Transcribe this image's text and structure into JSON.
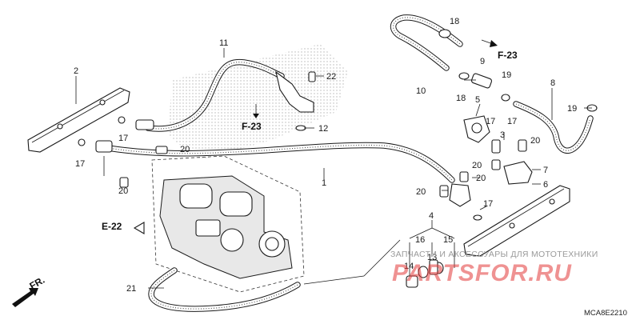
{
  "callouts": {
    "c1": "1",
    "c2": "2",
    "c3": "3",
    "c4": "4",
    "c5": "5",
    "c6": "6",
    "c7": "7",
    "c8": "8",
    "c9": "9",
    "c10": "10",
    "c11": "11",
    "c12": "12",
    "c13": "13",
    "c14": "14",
    "c15": "15",
    "c16": "16",
    "c17": "17",
    "c18": "18",
    "c19": "19",
    "c20": "20",
    "c21": "21",
    "c22": "22"
  },
  "refs": {
    "f23": "F-23",
    "e22": "E-22",
    "fr": "FR."
  },
  "watermark": {
    "top": "ЗАПЧАСТИ И АКСЕССУАРЫ ДЛЯ МОТОТЕХНИКИ",
    "main": "PARTSFOR.RU"
  },
  "diagram_code": "MCA8E2210",
  "colors": {
    "line": "#1a1a1a",
    "watermark_red": "#e23a3a",
    "shading": "#bdbdbd"
  }
}
